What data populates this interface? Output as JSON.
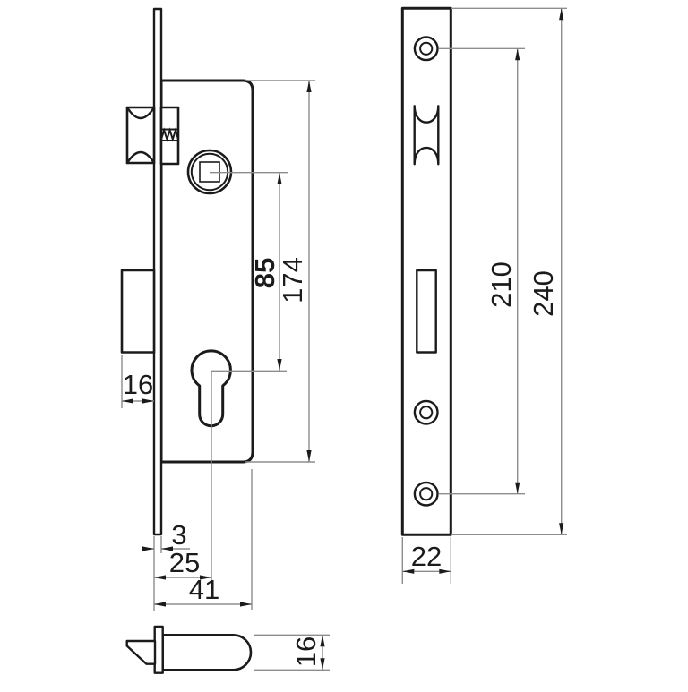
{
  "drawing": {
    "subject": "mortise-lock-technical-drawing",
    "colors": {
      "background": "#ffffff",
      "outline": "#1b1b1b",
      "dimension_lines": "#8d8d8d"
    },
    "views": {
      "side": {
        "dims": {
          "hub_to_cylinder": "85",
          "case_height": "174",
          "deadbolt_throw": "16",
          "faceplate_thickness": "3",
          "backset": "25",
          "case_depth": "41"
        }
      },
      "front": {
        "dims": {
          "screw_hole_spacing": "210",
          "faceplate_length": "240",
          "faceplate_width": "22"
        }
      },
      "latch_detail": {
        "dims": {
          "latch_height": "16"
        }
      }
    }
  }
}
